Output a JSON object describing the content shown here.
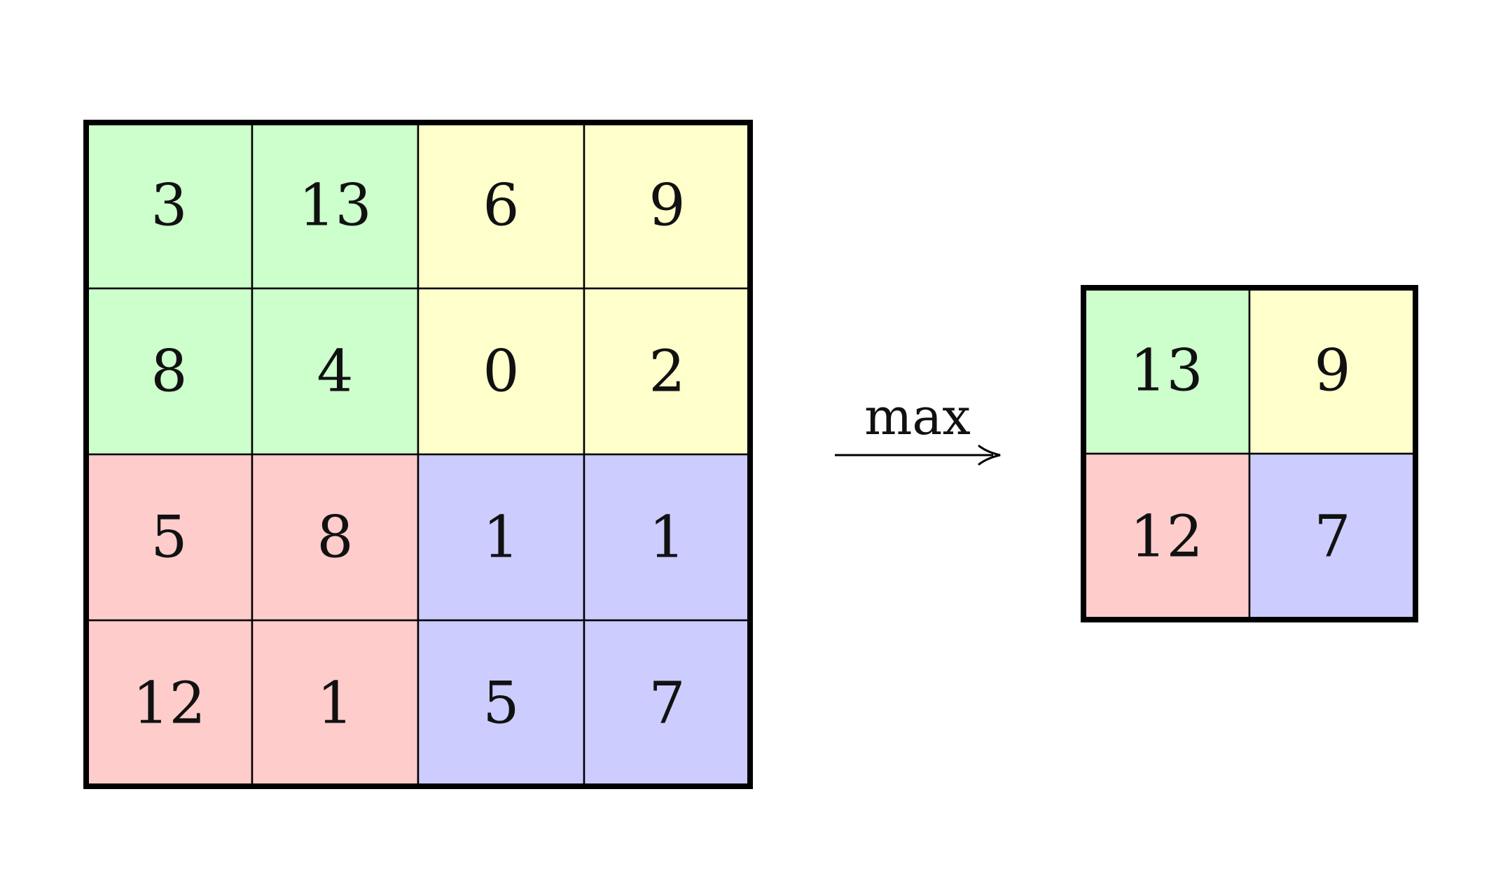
{
  "colors": {
    "green": "#ccffcc",
    "yellow": "#ffffcc",
    "red": "#ffcccc",
    "blue": "#ccccff",
    "line": "#000000"
  },
  "input_grid": {
    "rows": [
      [
        {
          "value": "3",
          "color": "green"
        },
        {
          "value": "13",
          "color": "green"
        },
        {
          "value": "6",
          "color": "yellow"
        },
        {
          "value": "9",
          "color": "yellow"
        }
      ],
      [
        {
          "value": "8",
          "color": "green"
        },
        {
          "value": "4",
          "color": "green"
        },
        {
          "value": "0",
          "color": "yellow"
        },
        {
          "value": "2",
          "color": "yellow"
        }
      ],
      [
        {
          "value": "5",
          "color": "red"
        },
        {
          "value": "8",
          "color": "red"
        },
        {
          "value": "1",
          "color": "blue"
        },
        {
          "value": "1",
          "color": "blue"
        }
      ],
      [
        {
          "value": "12",
          "color": "red"
        },
        {
          "value": "1",
          "color": "red"
        },
        {
          "value": "5",
          "color": "blue"
        },
        {
          "value": "7",
          "color": "blue"
        }
      ]
    ]
  },
  "operation": {
    "label": "max"
  },
  "output_grid": {
    "rows": [
      [
        {
          "value": "13",
          "color": "green"
        },
        {
          "value": "9",
          "color": "yellow"
        }
      ],
      [
        {
          "value": "12",
          "color": "red"
        },
        {
          "value": "7",
          "color": "blue"
        }
      ]
    ]
  }
}
